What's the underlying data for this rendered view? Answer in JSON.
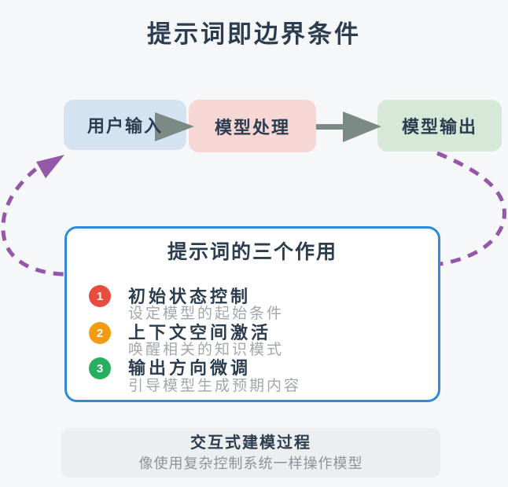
{
  "page": {
    "title": "提示词即边界条件",
    "background": "#f6f7f9"
  },
  "flow": {
    "nodes": [
      {
        "label": "用户输入",
        "color": "#d3e3f2"
      },
      {
        "label": "模型处理",
        "color": "#f6d7d4"
      },
      {
        "label": "模型输出",
        "color": "#d6e9d8"
      }
    ],
    "arrow_color": "#7b8a85",
    "feedback_color": "#9558a8"
  },
  "panel": {
    "title": "提示词的三个作用",
    "border_color": "#2f8ad9",
    "items": [
      {
        "num": "1",
        "badge_color": "#e74c3c",
        "title": "初始状态控制",
        "desc": "设定模型的起始条件"
      },
      {
        "num": "2",
        "badge_color": "#f39c12",
        "title": "上下文空间激活",
        "desc": "唤醒相关的知识模式"
      },
      {
        "num": "3",
        "badge_color": "#27ae60",
        "title": "输出方向微调",
        "desc": "引导模型生成预期内容"
      }
    ]
  },
  "footer": {
    "title": "交互式建模过程",
    "subtitle": "像使用复杂控制系统一样操作模型"
  }
}
